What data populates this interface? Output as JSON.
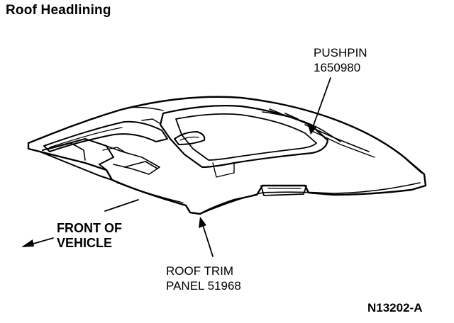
{
  "title": "Roof Headlining",
  "callouts": {
    "pushpin": {
      "line1": "PUSHPIN",
      "line2": "1650980"
    },
    "roof_trim_panel": {
      "line1": "ROOF TRIM",
      "line2": "PANEL 51968"
    },
    "front_of_vehicle": {
      "line1": "FRONT OF",
      "line2": "VEHICLE"
    }
  },
  "figure_id": "N13202-A",
  "colors": {
    "ink": "#000000",
    "background": "#ffffff"
  }
}
